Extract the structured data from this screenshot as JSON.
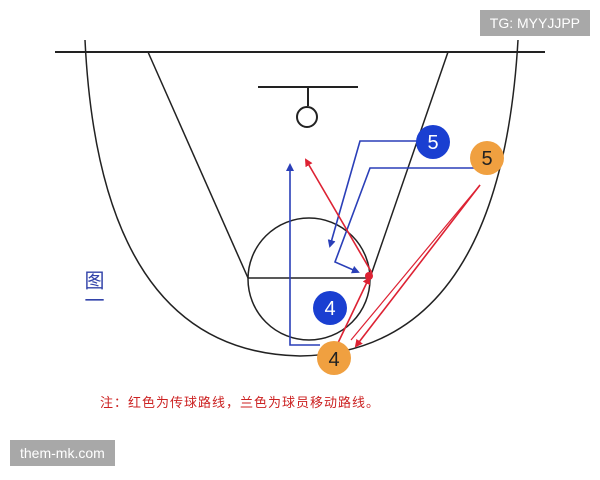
{
  "figure": {
    "label": "图一",
    "note": "注：红色为传球路线，兰色为球员移动路线。"
  },
  "watermarks": {
    "top_right": "TG: MYYJJPP",
    "bottom_left": "them-mk.com"
  },
  "players": {
    "blue_4": "4",
    "blue_5": "5",
    "orange_4": "4",
    "orange_5": "5"
  },
  "colors": {
    "court_line": "#222222",
    "blue_player": "#1a3fd1",
    "orange_player": "#f0a040",
    "pass_route": "#dd2233",
    "move_route": "#2a3fb8",
    "label_text": "#3344aa",
    "note_text": "#cc2222"
  }
}
